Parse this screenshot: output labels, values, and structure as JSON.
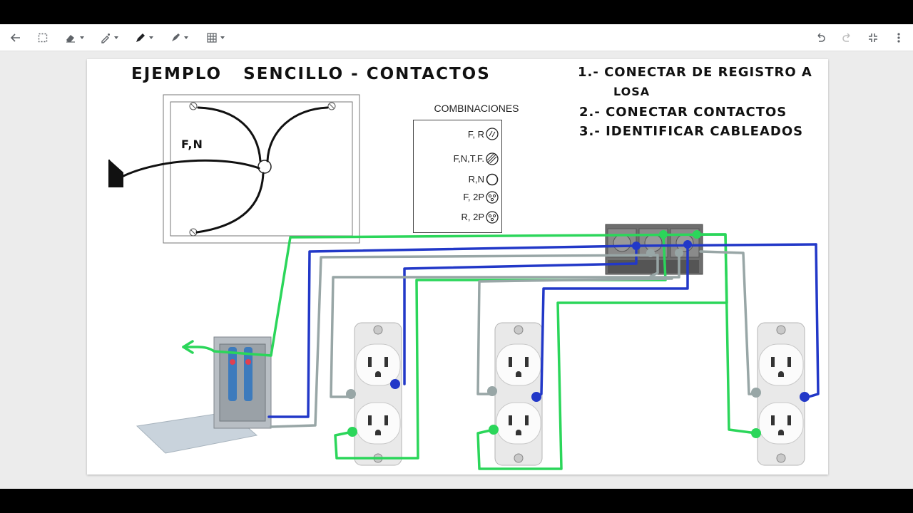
{
  "toolbar": {
    "left": [
      {
        "name": "back-arrow-icon"
      },
      {
        "name": "select-tool-icon"
      },
      {
        "name": "eraser-tool-icon",
        "has_menu": true
      },
      {
        "name": "laser-pointer-icon",
        "has_menu": true
      },
      {
        "name": "pen-tool-icon",
        "has_menu": true
      },
      {
        "name": "highlighter-tool-icon",
        "has_menu": true
      },
      {
        "name": "grid-icon",
        "has_menu": true
      }
    ],
    "right": [
      {
        "name": "undo-icon"
      },
      {
        "name": "redo-icon"
      },
      {
        "name": "exit-fullscreen-icon"
      },
      {
        "name": "more-vert-icon"
      }
    ]
  },
  "board": {
    "title": "EJEMPLO   SENCILLO - CONTACTOS",
    "diagram_label": "F,N",
    "steps": [
      "1.- CONECTAR DE REGISTRO A",
      "LOSA",
      "2.- CONECTAR CONTACTOS",
      "3.- IDENTIFICAR CABLEADOS"
    ],
    "legend": {
      "title": "COMBINACIONES",
      "rows": [
        {
          "label": "F, R",
          "symbol": "slash-pair"
        },
        {
          "label": "F,N,T.F.",
          "symbol": "hatched"
        },
        {
          "label": "R,N",
          "symbol": "empty"
        },
        {
          "label": "F, 2P",
          "symbol": "three-dots"
        },
        {
          "label": "R, 2P",
          "symbol": "three-dots"
        }
      ]
    },
    "wire_colors": {
      "green": "#2bd65a",
      "blue": "#2238c8",
      "gray": "#98a6a6"
    }
  }
}
